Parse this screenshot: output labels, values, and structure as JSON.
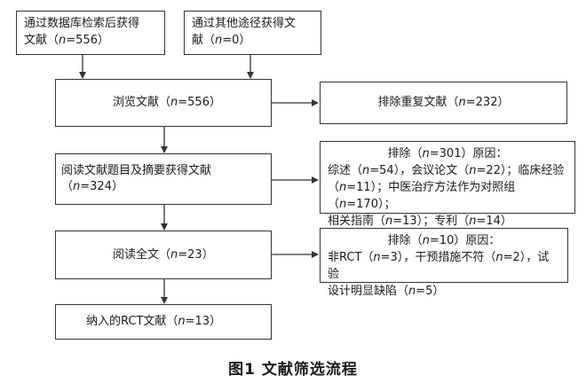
{
  "nodes": {
    "db_search": {
      "line1": "通过数据库检索后获得",
      "line2_pre": "文献（",
      "n": "n",
      "eq": "=556）"
    },
    "other_search": {
      "line1": "通过其他途径获得文",
      "line2_pre": "献（",
      "n": "n",
      "eq": "=0）"
    },
    "browse": {
      "pre": "浏览文献（",
      "n": "n",
      "eq": "=556）"
    },
    "excl_dup": {
      "pre": "排除重复文献（",
      "n": "n",
      "eq": "=232）"
    },
    "title_abstract": {
      "pre": "阅读文献题目及摘要获得文献（",
      "n": "n",
      "eq": "=324）"
    },
    "excl_ta": {
      "head_pre": "排除（",
      "head_n": "n",
      "head_eq": "=301）原因：",
      "l2_a": "综述（",
      "l2_n1": "n",
      "l2_b": "=54），会议论文（",
      "l2_n2": "n",
      "l2_c": "=22）；临床经验",
      "l3_a": "（",
      "l3_n1": "n",
      "l3_b": "=11）；中医治疗方法作为对照组（",
      "l3_n2": "n",
      "l3_c": "=170）；",
      "l4_a": "相关指南（",
      "l4_n1": "n",
      "l4_b": "=13）；专利（",
      "l4_n2": "n",
      "l4_c": "=14）"
    },
    "fulltext": {
      "pre": "阅读全文（",
      "n": "n",
      "eq": "=23）"
    },
    "excl_ft": {
      "head_pre": "排除（",
      "head_n": "n",
      "head_eq": "=10）原因：",
      "l2_a": "非RCT（",
      "l2_n1": "n",
      "l2_b": "=3），干预措施不符（",
      "l2_n2": "n",
      "l2_c": "=2），试验",
      "l3_a": "设计明显缺陷（",
      "l3_n1": "n",
      "l3_b": "=5）"
    },
    "included": {
      "pre": "纳入的RCT文献（",
      "n": "n",
      "eq": "=13）"
    }
  },
  "caption": "图1  文献筛选流程"
}
